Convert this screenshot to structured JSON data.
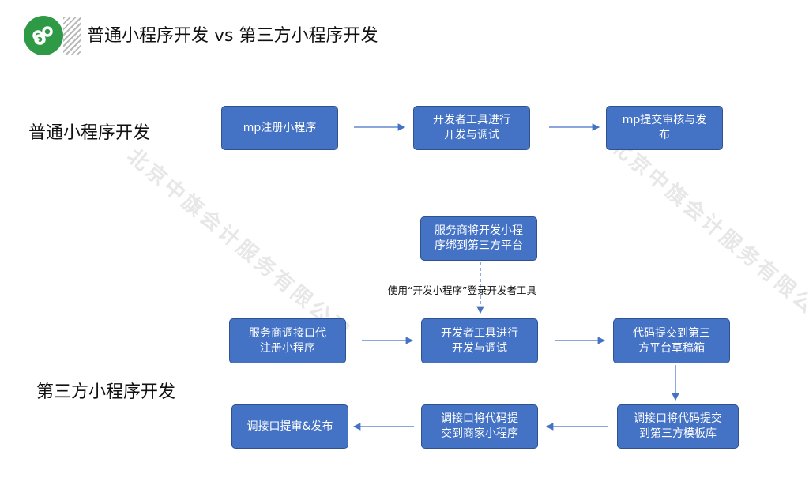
{
  "title": "普通小程序开发 vs 第三方小程序开发",
  "watermark": "北京中旗会计服务有限公司",
  "rows": {
    "normal_label": "普通小程序开发",
    "third_party_label": "第三方小程序开发"
  },
  "nodes": {
    "mp_register": "mp注册小程序",
    "dev_tools_1": "开发者工具进行\n开发与调试",
    "mp_submit": "mp提交审核与发\n布",
    "provider_bind": "服务商将开发小程\n序绑到第三方平台",
    "provider_register": "服务商调接口代\n注册小程序",
    "dev_tools_2": "开发者工具进行\n开发与调试",
    "code_submit_draft": "代码提交到第三\n方平台草稿箱",
    "template_library": "调接口将代码提交\n到第三方模板库",
    "submit_to_merchant": "调接口将代码提\n交到商家小程序",
    "review_publish": "调接口提审&发布"
  },
  "edge_label": "使用“开发小程序”登录开发者工具",
  "colors": {
    "box_fill": "#4472c4",
    "box_border": "#2f528f",
    "arrow": "#4472c4",
    "logo": "#2f9a46"
  }
}
